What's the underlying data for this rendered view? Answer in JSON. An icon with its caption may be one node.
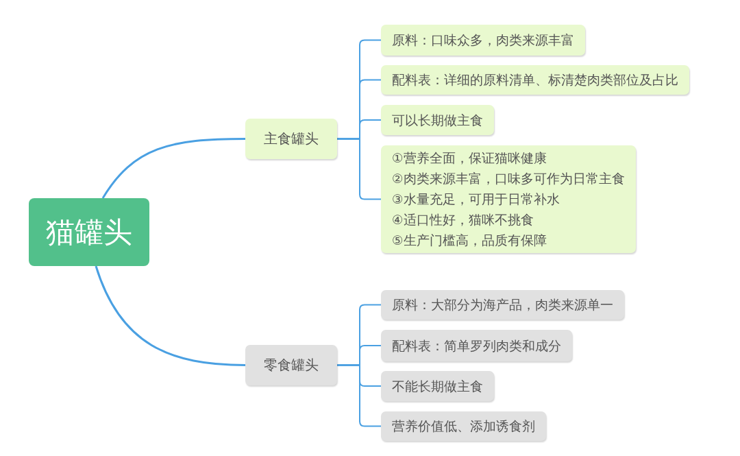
{
  "diagram": {
    "nodes": [
      {
        "text": [
          "猫罐头"
        ]
      },
      {
        "text": [
          "主食罐头"
        ]
      },
      {
        "text": [
          "原料：口味众多，肉类来源丰富"
        ]
      },
      {
        "text": [
          "配料表：详细的原料清单、标清楚肉类部位及占比"
        ]
      },
      {
        "text": [
          "可以长期做主食"
        ]
      },
      {
        "text": [
          "①营养全面，保证猫咪健康",
          "②肉类来源丰富，口味多可作为日常主食",
          "③水量充足，可用于日常补水",
          "④适口性好，猫咪不挑食",
          "⑤生产门槛高，品质有保障"
        ]
      },
      {
        "text": [
          "零食罐头"
        ]
      },
      {
        "text": [
          "原料：大部分为海产品，肉类来源单一"
        ]
      },
      {
        "text": [
          "配料表：简单罗列肉类和成分"
        ]
      },
      {
        "text": [
          "不能长期做主食"
        ]
      },
      {
        "text": [
          "营养价值低、添加诱食剂"
        ]
      }
    ],
    "edges": [
      {
        "from": 0,
        "to": 1,
        "arrow": "none"
      },
      {
        "from": 1,
        "to": 2,
        "arrow": "none"
      },
      {
        "from": 1,
        "to": 3,
        "arrow": "none"
      },
      {
        "from": 1,
        "to": 4,
        "arrow": "none"
      },
      {
        "from": 1,
        "to": 5,
        "arrow": "none"
      },
      {
        "from": 0,
        "to": 6,
        "arrow": "none"
      },
      {
        "from": 6,
        "to": 7,
        "arrow": "none"
      },
      {
        "from": 6,
        "to": 8,
        "arrow": "none"
      },
      {
        "from": 6,
        "to": 9,
        "arrow": "none"
      },
      {
        "from": 6,
        "to": 10,
        "arrow": "none"
      }
    ]
  }
}
